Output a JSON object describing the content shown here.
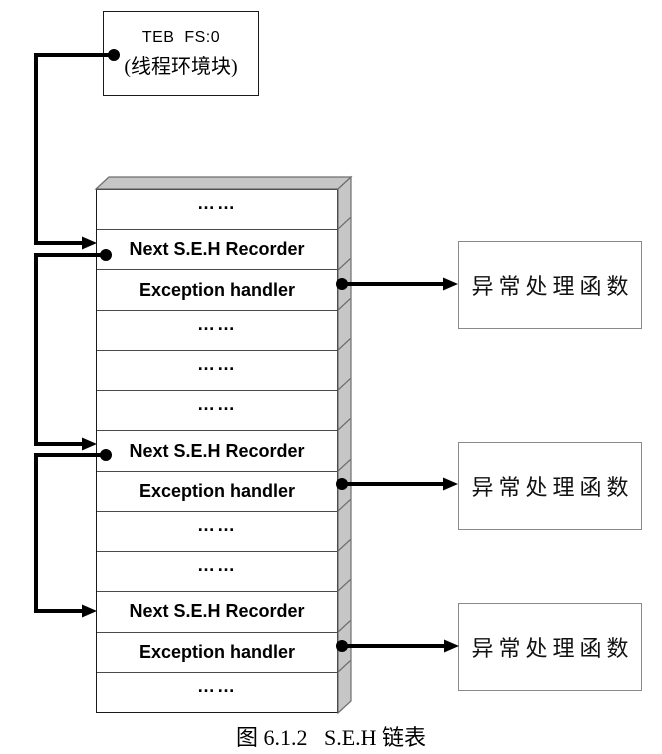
{
  "figure": {
    "teb_box": {
      "line1": "TEB  FS:0",
      "line2": "(线程环境块)"
    },
    "stack": {
      "rows": [
        {
          "type": "dots",
          "label": "……"
        },
        {
          "type": "field",
          "label": "Next S.E.H Recorder"
        },
        {
          "type": "field",
          "label": "Exception handler"
        },
        {
          "type": "dots",
          "label": "……"
        },
        {
          "type": "dots",
          "label": "……"
        },
        {
          "type": "dots",
          "label": "……"
        },
        {
          "type": "field",
          "label": "Next S.E.H Recorder"
        },
        {
          "type": "field",
          "label": "Exception handler"
        },
        {
          "type": "dots",
          "label": "……"
        },
        {
          "type": "dots",
          "label": "……"
        },
        {
          "type": "field",
          "label": "Next S.E.H Recorder"
        },
        {
          "type": "field",
          "label": "Exception handler"
        },
        {
          "type": "dots",
          "label": "……"
        }
      ]
    },
    "handler_boxes": [
      {
        "label": "异常处理函数"
      },
      {
        "label": "异常处理函数"
      },
      {
        "label": "异常处理函数"
      }
    ],
    "caption": "图 6.1.2   S.E.H 链表",
    "colors": {
      "line": "#000000",
      "face_gray": "#c6c6c6",
      "edge_gray": "#6e6e6e",
      "box_border": "#8a8a8a"
    }
  }
}
